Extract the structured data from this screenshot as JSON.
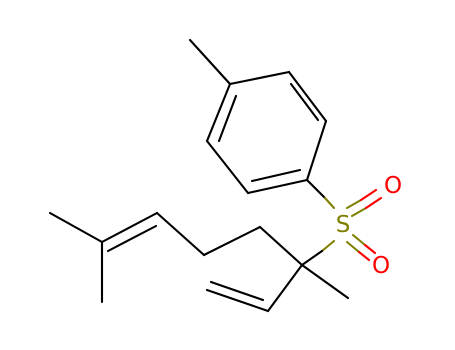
{
  "molecule": {
    "atoms": [
      {
        "label": "S",
        "color": "#808000"
      },
      {
        "label": "O",
        "color": "#ff0000"
      },
      {
        "label": "O",
        "color": "#ff0000"
      }
    ],
    "bond_color": "#000000"
  }
}
